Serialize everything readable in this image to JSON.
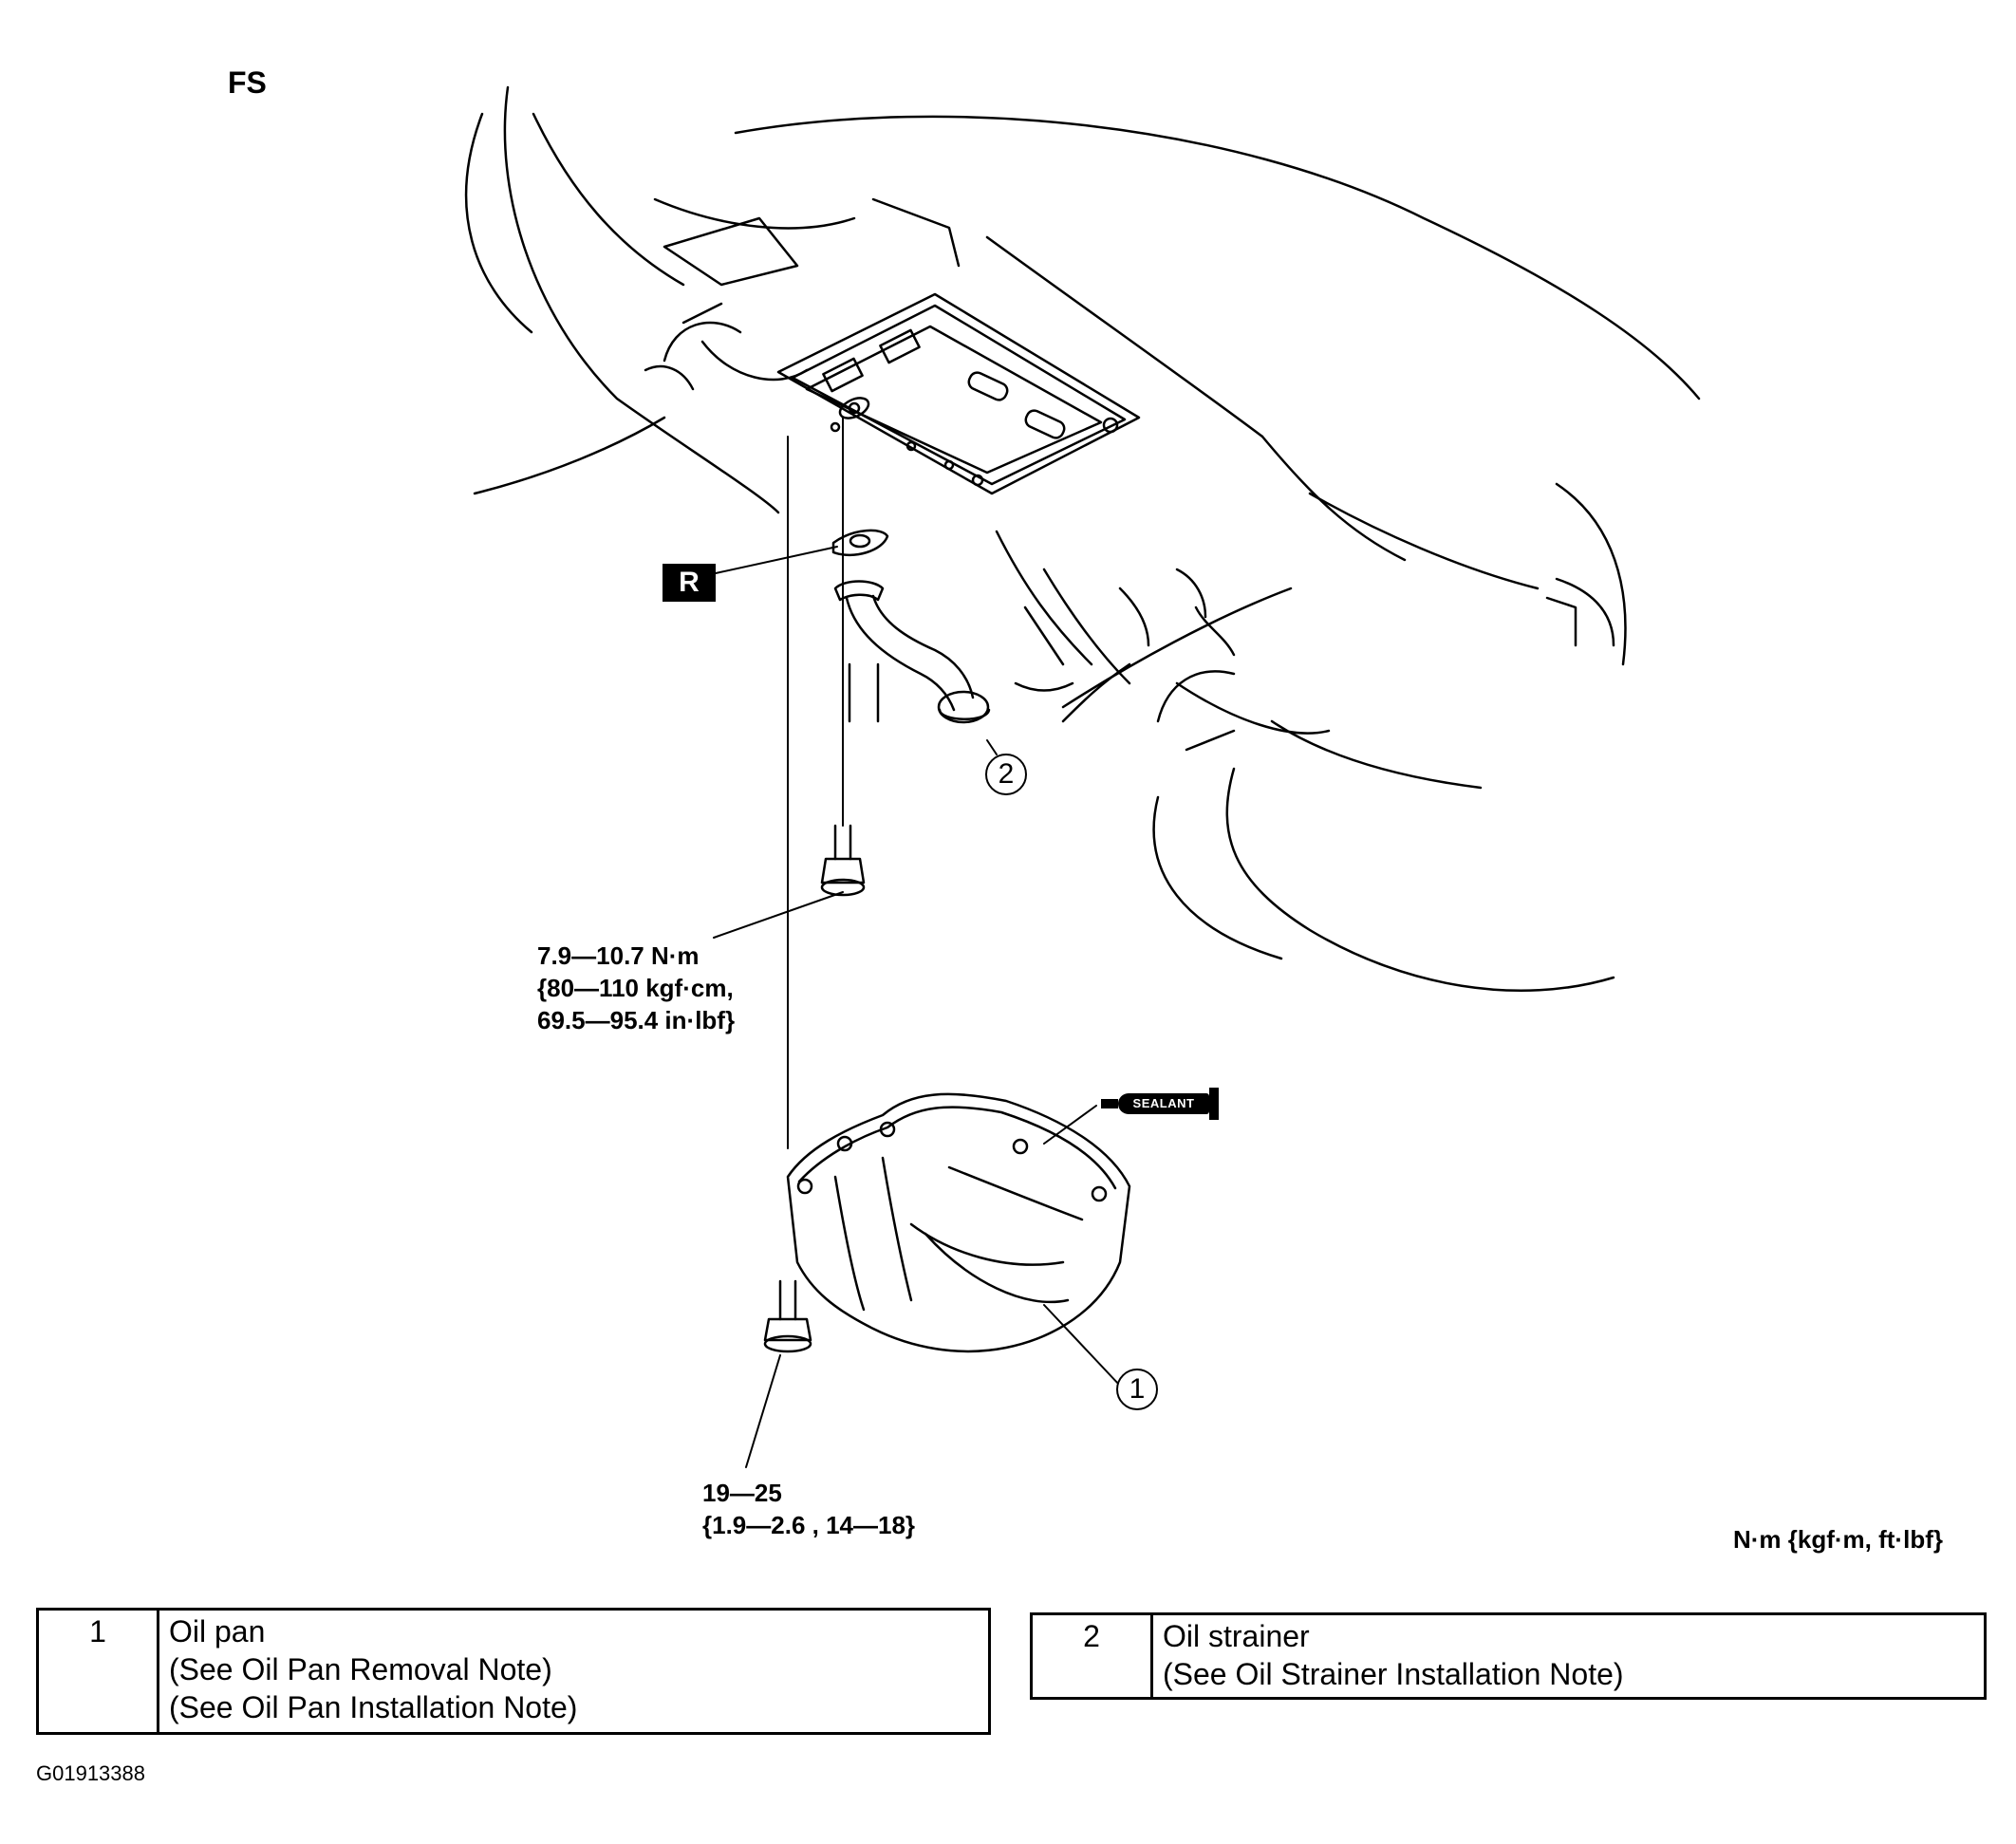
{
  "labels": {
    "fs": "FS",
    "units": "N·m {kgf·m,  ft·lbf}",
    "torque_strainer_bolt": [
      "7.9—10.7 N·m",
      "{80—110 kgf·cm,",
      "69.5—95.4 in·lbf}"
    ],
    "torque_pan_bolt": [
      "19—25",
      "{1.9—2.6 , 14—18}"
    ],
    "replace_tag": "R",
    "sealant_tag": "SEALANT",
    "callout_1": "1",
    "callout_2": "2",
    "figure_id": "G01913388"
  },
  "legend": [
    {
      "number": "1",
      "lines": [
        "Oil pan",
        "(See Oil Pan Removal Note)",
        "(See Oil Pan Installation Note)"
      ]
    },
    {
      "number": "2",
      "lines": [
        "Oil strainer",
        "(See Oil Strainer Installation Note)"
      ]
    }
  ]
}
